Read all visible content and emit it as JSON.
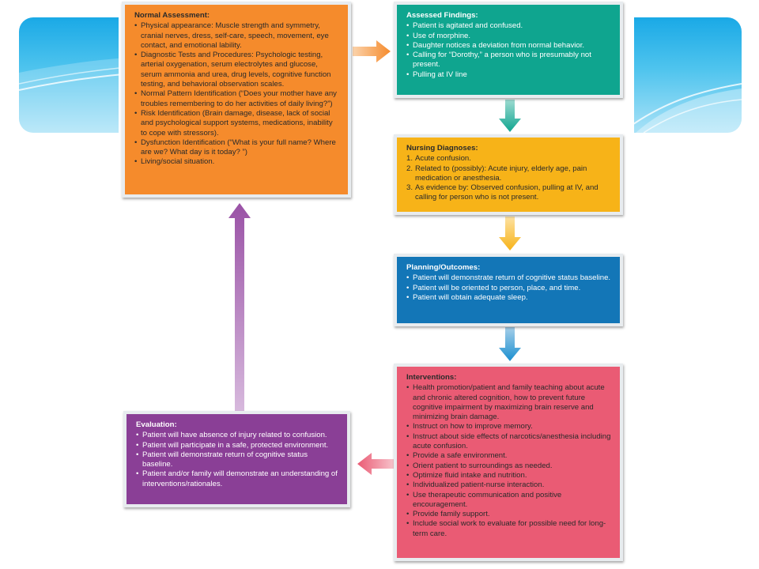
{
  "diagram": {
    "boxes": {
      "assessment": {
        "title": "Normal Assessment:",
        "items": [
          "Physical appearance: Muscle strength and symmetry, cranial nerves, dress, self-care, speech, movement, eye contact, and emotional lability.",
          "Diagnostic Tests and Procedures: Psychologic testing, arterial oxygenation, serum electrolytes and glucose, serum ammonia and urea, drug levels, cognitive function testing, and behavioral observation scales.",
          "Normal Pattern Identification (“Does your mother have any troubles remembering to do her activities of daily living?”)",
          "Risk Identification (Brain damage, disease, lack of social and psychological support systems, medications, inability to cope with stressors).",
          "Dysfunction Identification (“What is your full name? Where are we? What day is it today? ”)",
          "Living/social situation."
        ]
      },
      "findings": {
        "title": "Assessed Findings:",
        "items": [
          "Patient is agitated and confused.",
          "Use of morphine.",
          "Daughter notices a deviation from normal behavior.",
          "Calling for “Dorothy,” a person who is presumably not present.",
          "Pulling at  IV line"
        ]
      },
      "diagnoses": {
        "title": "Nursing Diagnoses:",
        "items": [
          {
            "num": "1.",
            "text": "Acute confusion."
          },
          {
            "num": "2.",
            "text": "Related to (possibly): Acute injury, elderly age, pain medication or anesthesia."
          },
          {
            "num": "3.",
            "text": "As evidence by: Observed confusion, pulling at IV, and calling for person who is not present."
          }
        ]
      },
      "planning": {
        "title": "Planning/Outcomes:",
        "items": [
          "Patient will demonstrate return of cognitive status baseline.",
          "Patient will be oriented to person, place, and time.",
          "Patient will obtain adequate sleep."
        ]
      },
      "interventions": {
        "title": "Interventions:",
        "items": [
          "Health promotion/patient and family teaching about acute and chronic altered cognition, how to prevent future cognitive impairment by maximizing brain reserve and minimizing brain damage.",
          "Instruct on how to improve memory.",
          "Instruct about side effects of narcotics/anesthesia including acute confusion.",
          "Provide a safe environment.",
          "Orient patient to surroundings as needed.",
          "Optimize fluid intake and nutrition.",
          "Individualized patient-nurse interaction.",
          "Use therapeutic communication and positive encouragement.",
          "Provide family support.",
          "Include social work to evaluate for possible need for long-term care."
        ]
      },
      "evaluation": {
        "title": "Evaluation:",
        "items": [
          "Patient will have absence of injury related to confusion.",
          "Patient will participate in a safe, protected environment.",
          "Patient will demonstrate return of cognitive status baseline.",
          "Patient and/or family will demonstrate an understanding of interventions/rationales."
        ]
      }
    },
    "colors": {
      "assessment": "#f58b2c",
      "findings": "#0fa58f",
      "diagnoses": "#f7b318",
      "planning": "#1376b7",
      "interventions": "#ea5b74",
      "evaluation": "#8a3f96",
      "banner": "#1aa9e6"
    }
  }
}
